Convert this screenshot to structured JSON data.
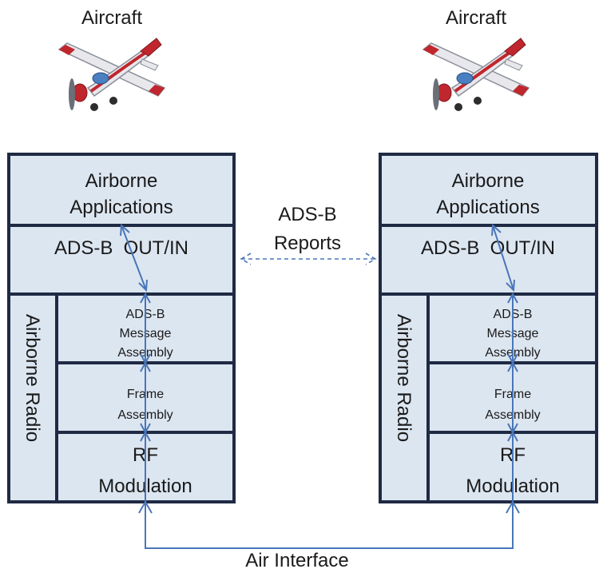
{
  "aircraft": [
    {
      "label": "Aircraft"
    },
    {
      "label": "Aircraft"
    }
  ],
  "stacks": [
    {
      "apps_line1": "Airborne",
      "apps_line2": "Applications",
      "adsb_outin": "ADS-B  OUT/IN",
      "radio": "Airborne Radio",
      "msg_line1": "ADS-B",
      "msg_line2": "Message",
      "msg_line3": "Assembly",
      "frame_line1": "Frame",
      "frame_line2": "Assembly",
      "rf_line1": "RF",
      "rf_line2": "Modulation"
    },
    {
      "apps_line1": "Airborne",
      "apps_line2": "Applications",
      "adsb_outin": "ADS-B  OUT/IN",
      "radio": "Airborne Radio",
      "msg_line1": "ADS-B",
      "msg_line2": "Message",
      "msg_line3": "Assembly",
      "frame_line1": "Frame",
      "frame_line2": "Assembly",
      "rf_line1": "RF",
      "rf_line2": "Modulation"
    }
  ],
  "reports": {
    "line1": "ADS-B",
    "line2": "Reports"
  },
  "air_interface": "Air Interface",
  "colors": {
    "box_fill": "#dce6f1",
    "box_stroke": "#1f2a44",
    "arrow": "#4a76b8",
    "plane_red": "#c0262d"
  }
}
